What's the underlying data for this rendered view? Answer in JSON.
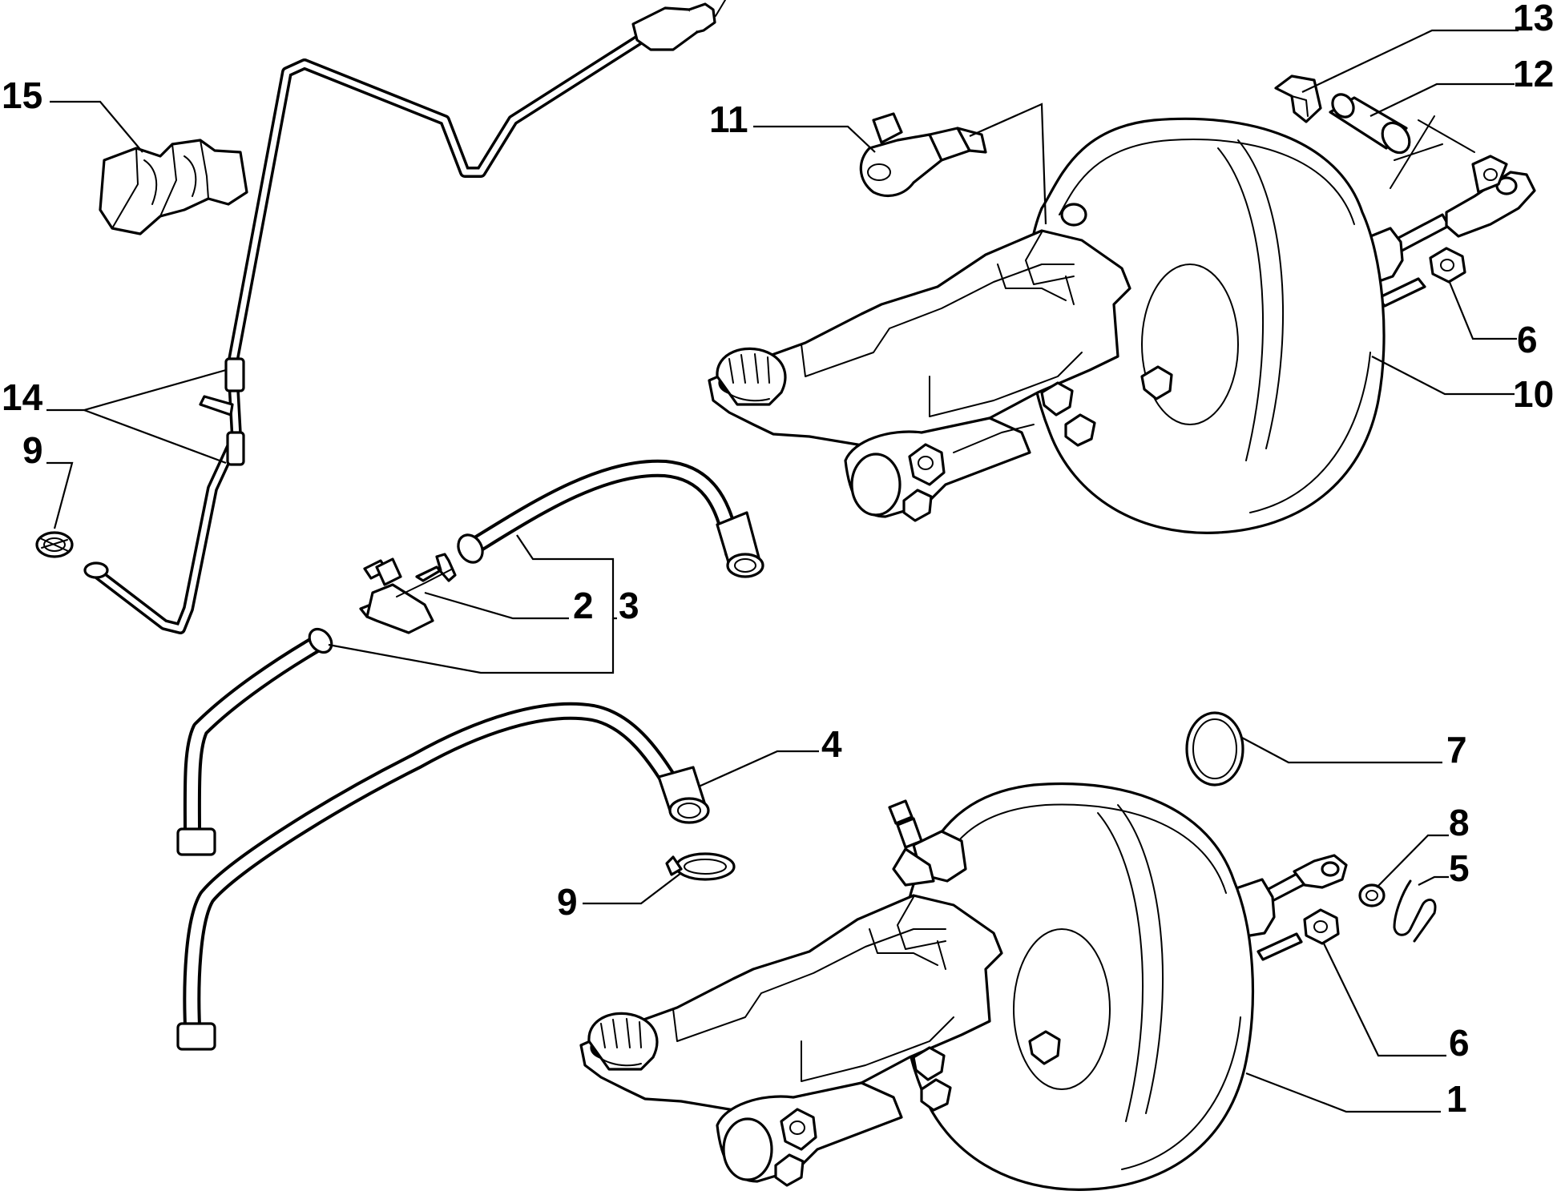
{
  "diagram": {
    "callouts": [
      {
        "id": "c15",
        "label": "15"
      },
      {
        "id": "c14",
        "label": "14"
      },
      {
        "id": "c9a",
        "label": "9"
      },
      {
        "id": "c11",
        "label": "11"
      },
      {
        "id": "c13",
        "label": "13"
      },
      {
        "id": "c12",
        "label": "12"
      },
      {
        "id": "c6a",
        "label": "6"
      },
      {
        "id": "c10",
        "label": "10"
      },
      {
        "id": "c2",
        "label": "2"
      },
      {
        "id": "c3",
        "label": "3"
      },
      {
        "id": "c4",
        "label": "4"
      },
      {
        "id": "c7",
        "label": "7"
      },
      {
        "id": "c8",
        "label": "8"
      },
      {
        "id": "c5",
        "label": "5"
      },
      {
        "id": "c9b",
        "label": "9"
      },
      {
        "id": "c6b",
        "label": "6"
      },
      {
        "id": "c1",
        "label": "1"
      }
    ]
  }
}
